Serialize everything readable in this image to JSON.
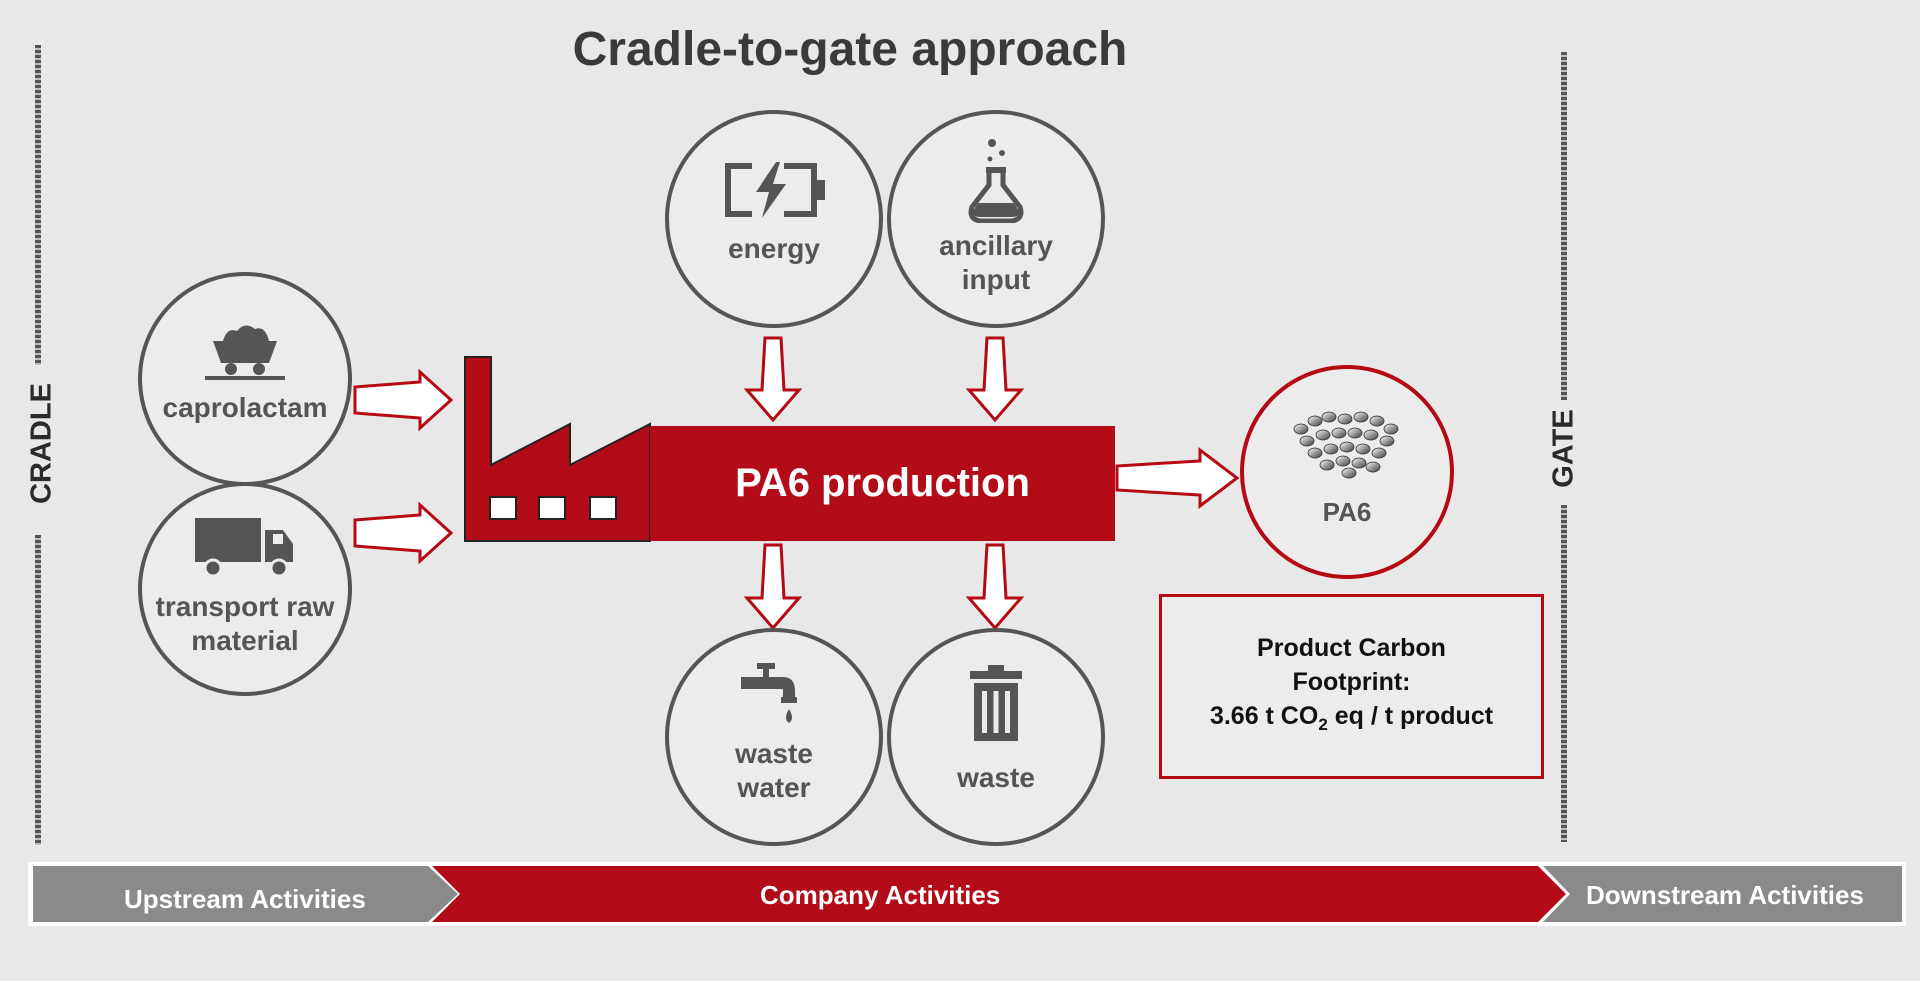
{
  "title": "Cradle-to-gate approach",
  "left_label": "CRADLE",
  "right_label": "GATE",
  "inputs": {
    "caprolactam": "caprolactam",
    "transport_line1": "transport raw",
    "transport_line2": "material",
    "energy": "energy",
    "ancillary_line1": "ancillary",
    "ancillary_line2": "input"
  },
  "production": "PA6 production",
  "outputs": {
    "waste_water_line1": "waste",
    "waste_water_line2": "water",
    "waste": "waste"
  },
  "product": "PA6",
  "footprint": {
    "line1": "Product Carbon",
    "line2": "Footprint:",
    "value_prefix": "3.66 t CO",
    "subscript": "2",
    "value_suffix": " eq / t product"
  },
  "activities": {
    "upstream": "Upstream Activities",
    "company": "Company Activities",
    "downstream": "Downstream Activities"
  },
  "colors": {
    "accent": "#b30b17",
    "gray": "#555555",
    "bar_gray": "#8a8a8a"
  }
}
